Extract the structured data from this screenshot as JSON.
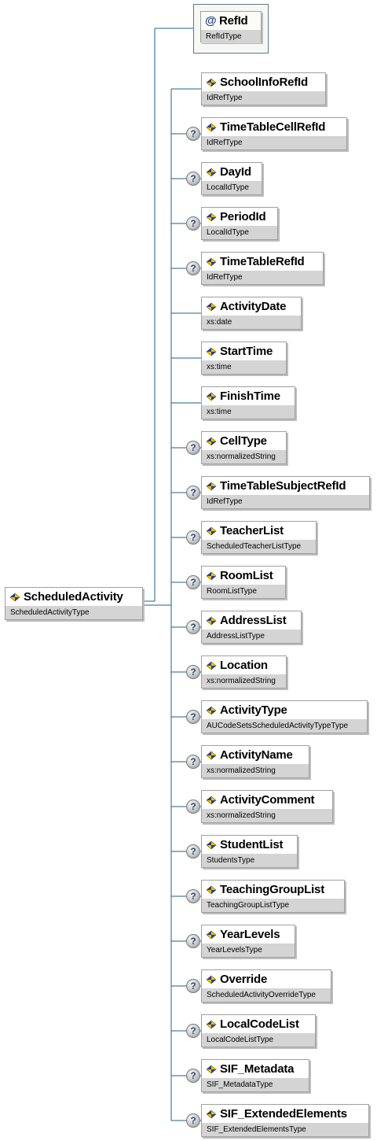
{
  "root": {
    "name": "ScheduledActivity",
    "type": "ScheduledActivityType"
  },
  "attribute": {
    "name": "RefId",
    "type": "RefIdType"
  },
  "children": [
    {
      "name": "SchoolInfoRefId",
      "type": "IdRefType",
      "optional": false
    },
    {
      "name": "TimeTableCellRefId",
      "type": "IdRefType",
      "optional": true
    },
    {
      "name": "DayId",
      "type": "LocalIdType",
      "optional": true
    },
    {
      "name": "PeriodId",
      "type": "LocalIdType",
      "optional": true
    },
    {
      "name": "TimeTableRefId",
      "type": "IdRefType",
      "optional": true
    },
    {
      "name": "ActivityDate",
      "type": "xs:date",
      "optional": false
    },
    {
      "name": "StartTime",
      "type": "xs:time",
      "optional": false
    },
    {
      "name": "FinishTime",
      "type": "xs:time",
      "optional": false
    },
    {
      "name": "CellType",
      "type": "xs:normalizedString",
      "optional": true
    },
    {
      "name": "TimeTableSubjectRefId",
      "type": "IdRefType",
      "optional": true
    },
    {
      "name": "TeacherList",
      "type": "ScheduledTeacherListType",
      "optional": true
    },
    {
      "name": "RoomList",
      "type": "RoomListType",
      "optional": true
    },
    {
      "name": "AddressList",
      "type": "AddressListType",
      "optional": true
    },
    {
      "name": "Location",
      "type": "xs:normalizedString",
      "optional": true
    },
    {
      "name": "ActivityType",
      "type": "AUCodeSetsScheduledActivityTypeType",
      "optional": true
    },
    {
      "name": "ActivityName",
      "type": "xs:normalizedString",
      "optional": true
    },
    {
      "name": "ActivityComment",
      "type": "xs:normalizedString",
      "optional": true
    },
    {
      "name": "StudentList",
      "type": "StudentsType",
      "optional": true
    },
    {
      "name": "TeachingGroupList",
      "type": "TeachingGroupListType",
      "optional": true
    },
    {
      "name": "YearLevels",
      "type": "YearLevelsType",
      "optional": true
    },
    {
      "name": "Override",
      "type": "ScheduledActivityOverrideType",
      "optional": true
    },
    {
      "name": "LocalCodeList",
      "type": "LocalCodeListType",
      "optional": true
    },
    {
      "name": "SIF_Metadata",
      "type": "SIF_MetadataType",
      "optional": true
    },
    {
      "name": "SIF_ExtendedElements",
      "type": "SIF_ExtendedElementsType",
      "optional": true
    }
  ],
  "colors": {
    "connector": "#1f5f8b",
    "type_band": "#d4d4d4",
    "icon_blue": "#24408e",
    "icon_gold": "#f2c200"
  },
  "icons": {
    "element": "element-diamond-icon",
    "attribute": "attribute-at-icon",
    "optional": "optional-question-icon"
  }
}
